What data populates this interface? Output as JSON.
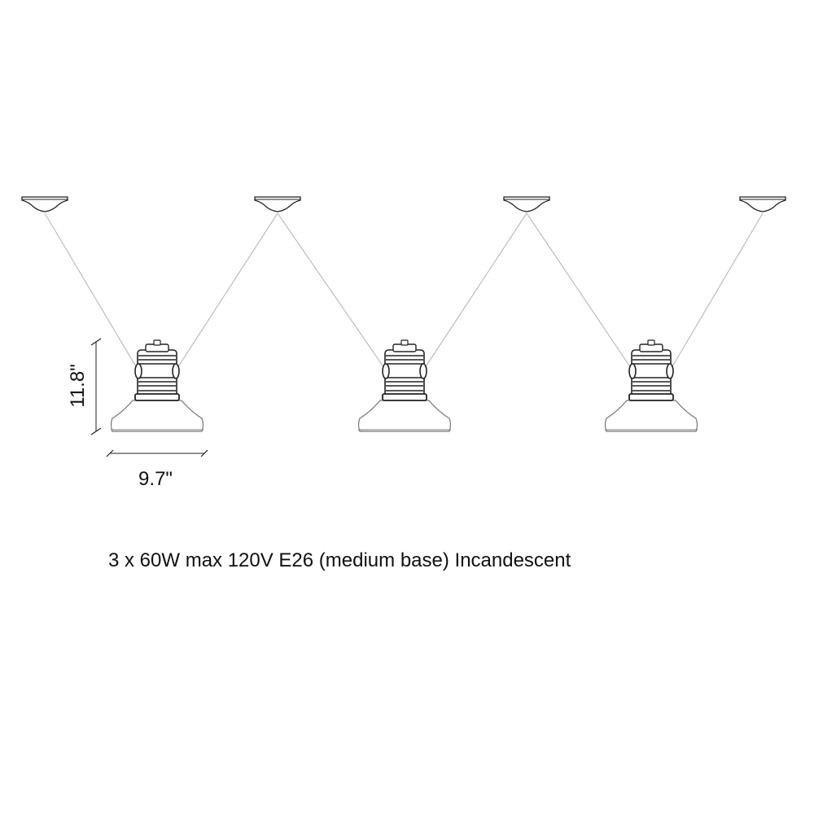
{
  "diagram": {
    "fixture_count": 3,
    "canopy_count": 4,
    "colors": {
      "cable": "#bdbdbd",
      "outline": "#222222",
      "shade_outline": "#777777"
    }
  },
  "dimensions": {
    "height_label": "11.8\"",
    "width_label": "9.7\""
  },
  "spec": {
    "text": "3 x 60W max 120V E26 (medium base) Incandescent"
  }
}
